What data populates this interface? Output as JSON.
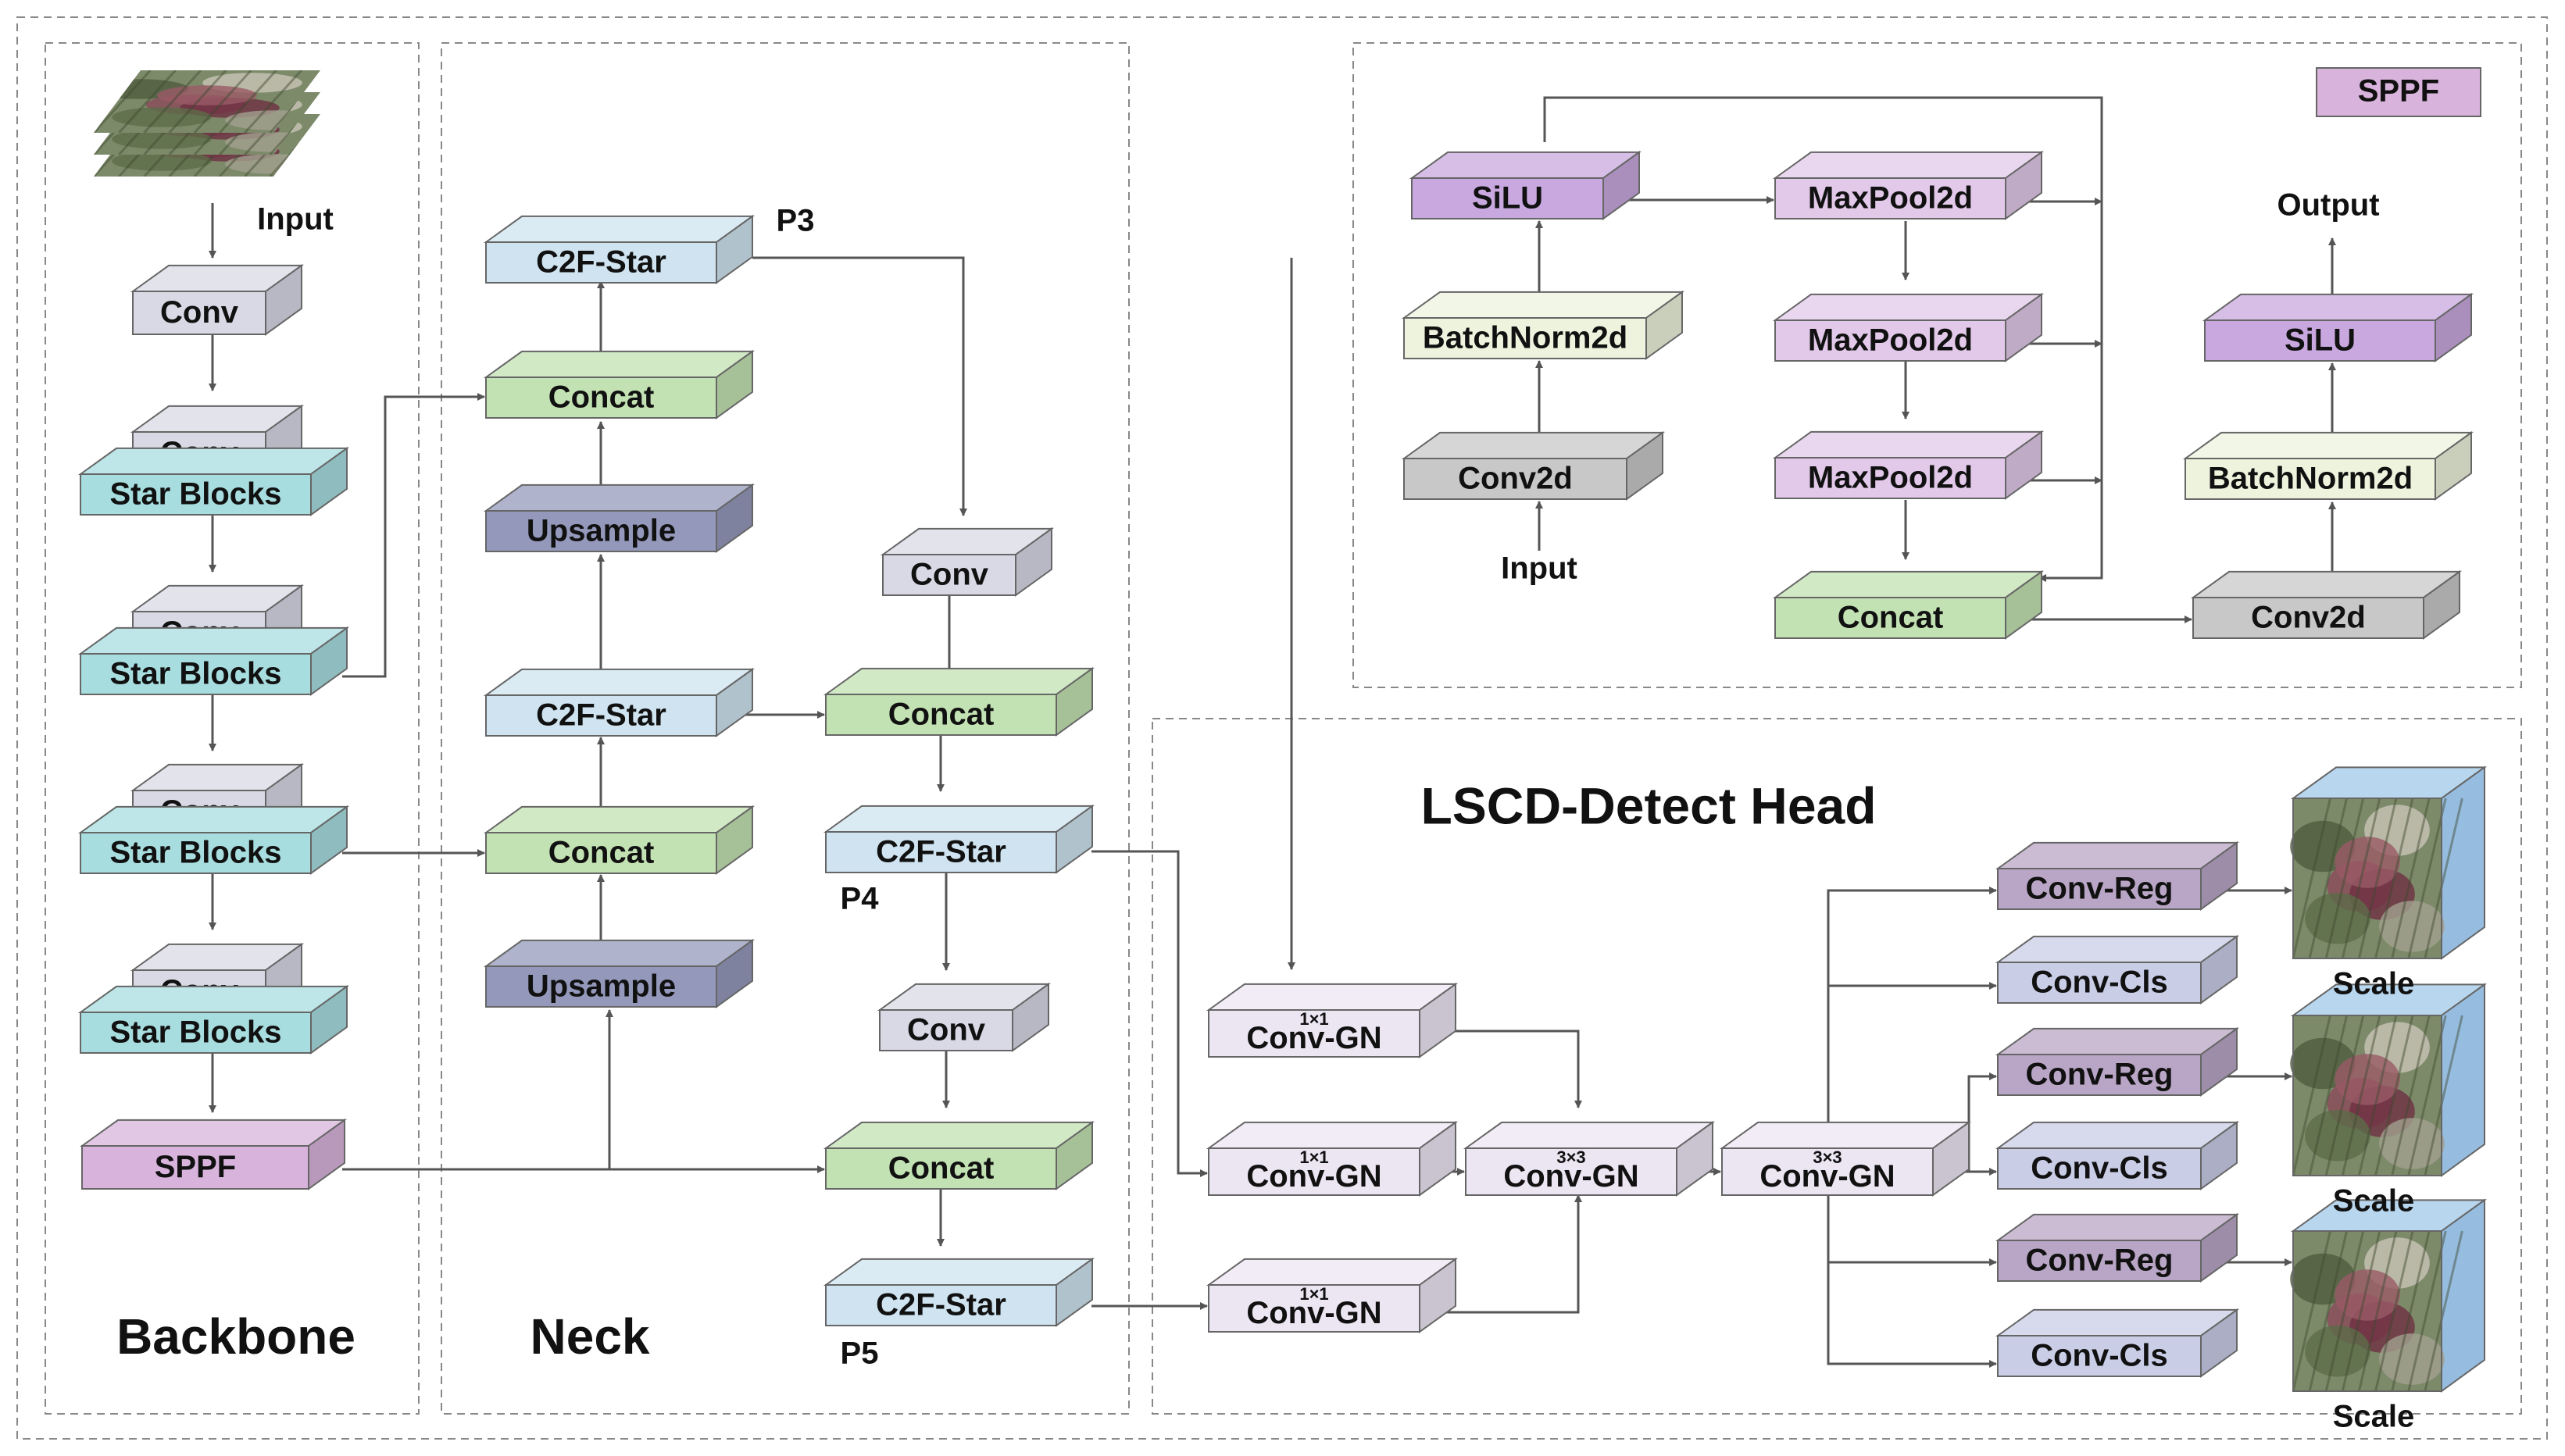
{
  "sections": {
    "backbone": "Backbone",
    "neck": "Neck",
    "head": "LSCD-Detect Head",
    "sppf_legend": "SPPF"
  },
  "colors": {
    "conv": "#d9d9e6",
    "star": "#a8dde0",
    "sppf": "#d8b4dc",
    "c2f": "#cfe4f0",
    "concat": "#c3e2b3",
    "upsample": "#9499bb",
    "gn": "#ece6f3",
    "reg": "#b9a6c6",
    "cls": "#c9cde6",
    "silu": "#c8a8de",
    "maxpool": "#e2c9e9",
    "bn": "#eef3dd",
    "conv2d": "#c8c8c8",
    "arrow": "#555555",
    "border": "#888888"
  },
  "labels": {
    "input": "Input",
    "output": "Output",
    "p3": "P3",
    "p4": "P4",
    "p5": "P5",
    "scale": "Scale",
    "k1": "1×1",
    "k3": "3×3"
  },
  "blocks": {
    "conv": "Conv",
    "star": "Star Blocks",
    "sppf": "SPPF",
    "c2f": "C2F-Star",
    "concat": "Concat",
    "upsample": "Upsample",
    "gn": "Conv-GN",
    "reg": "Conv-Reg",
    "cls": "Conv-Cls",
    "silu": "SiLU",
    "maxpool": "MaxPool2d",
    "bn": "BatchNorm2d",
    "conv2d": "Conv2d"
  }
}
